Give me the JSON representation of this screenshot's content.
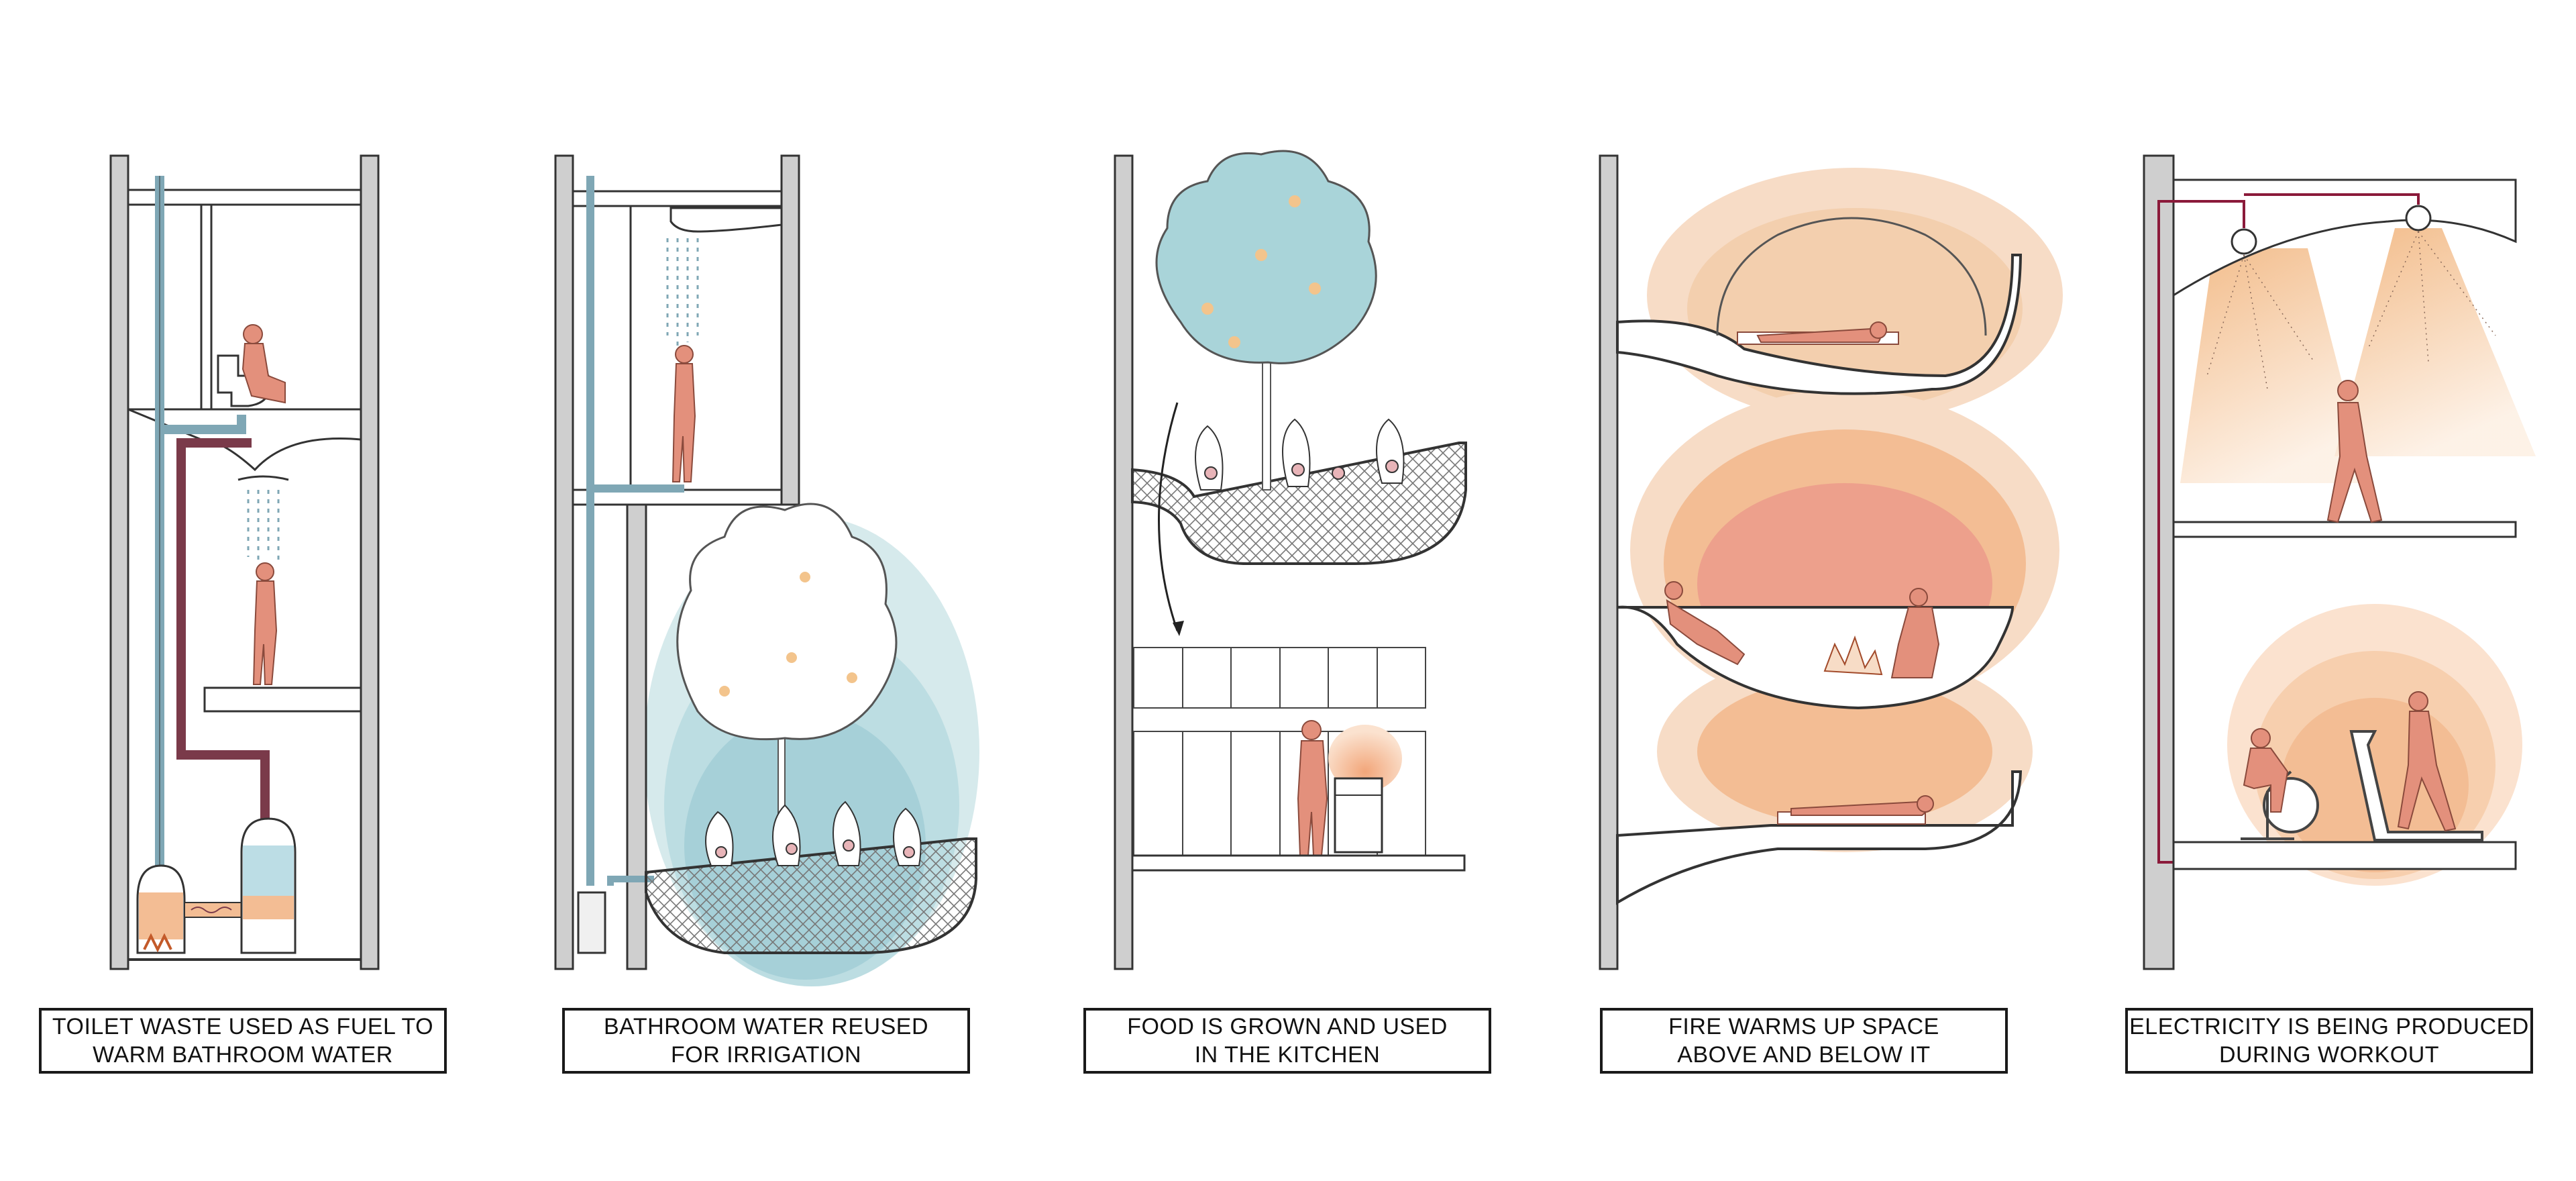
{
  "captions": [
    {
      "line1": "TOILET WASTE USED AS FUEL TO",
      "line2": "WARM BATHROOM WATER"
    },
    {
      "line1": "BATHROOM WATER REUSED",
      "line2": "FOR IRRIGATION"
    },
    {
      "line1": "FOOD IS GROWN AND USED",
      "line2": "IN THE KITCHEN"
    },
    {
      "line1": "FIRE WARMS UP SPACE",
      "line2": "ABOVE AND BELOW IT"
    },
    {
      "line1": "ELECTRICITY IS BEING PRODUCED",
      "line2": "DURING WORKOUT"
    }
  ],
  "colors": {
    "wall": "#cfcfcf",
    "outline": "#333333",
    "clean_water": "#7fa7b5",
    "waste_pipe": "#7a3a4a",
    "figure": "#e3907c",
    "heat_light": "#f7dcc6",
    "heat_mid": "#f3bd94",
    "heat_core": "#eda08c",
    "foliage": "#a9d4d9",
    "irrigation_glow": "#d6eaec",
    "electric_wire": "#8b1a3a"
  }
}
